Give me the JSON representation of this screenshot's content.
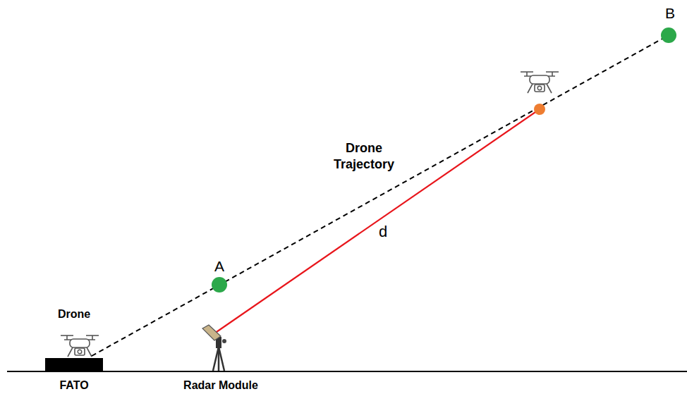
{
  "diagram": {
    "labels": [
      "B",
      "Drone Trajectory",
      "d",
      "A",
      "Drone",
      "FATO",
      "Radar Module"
    ]
  }
}
